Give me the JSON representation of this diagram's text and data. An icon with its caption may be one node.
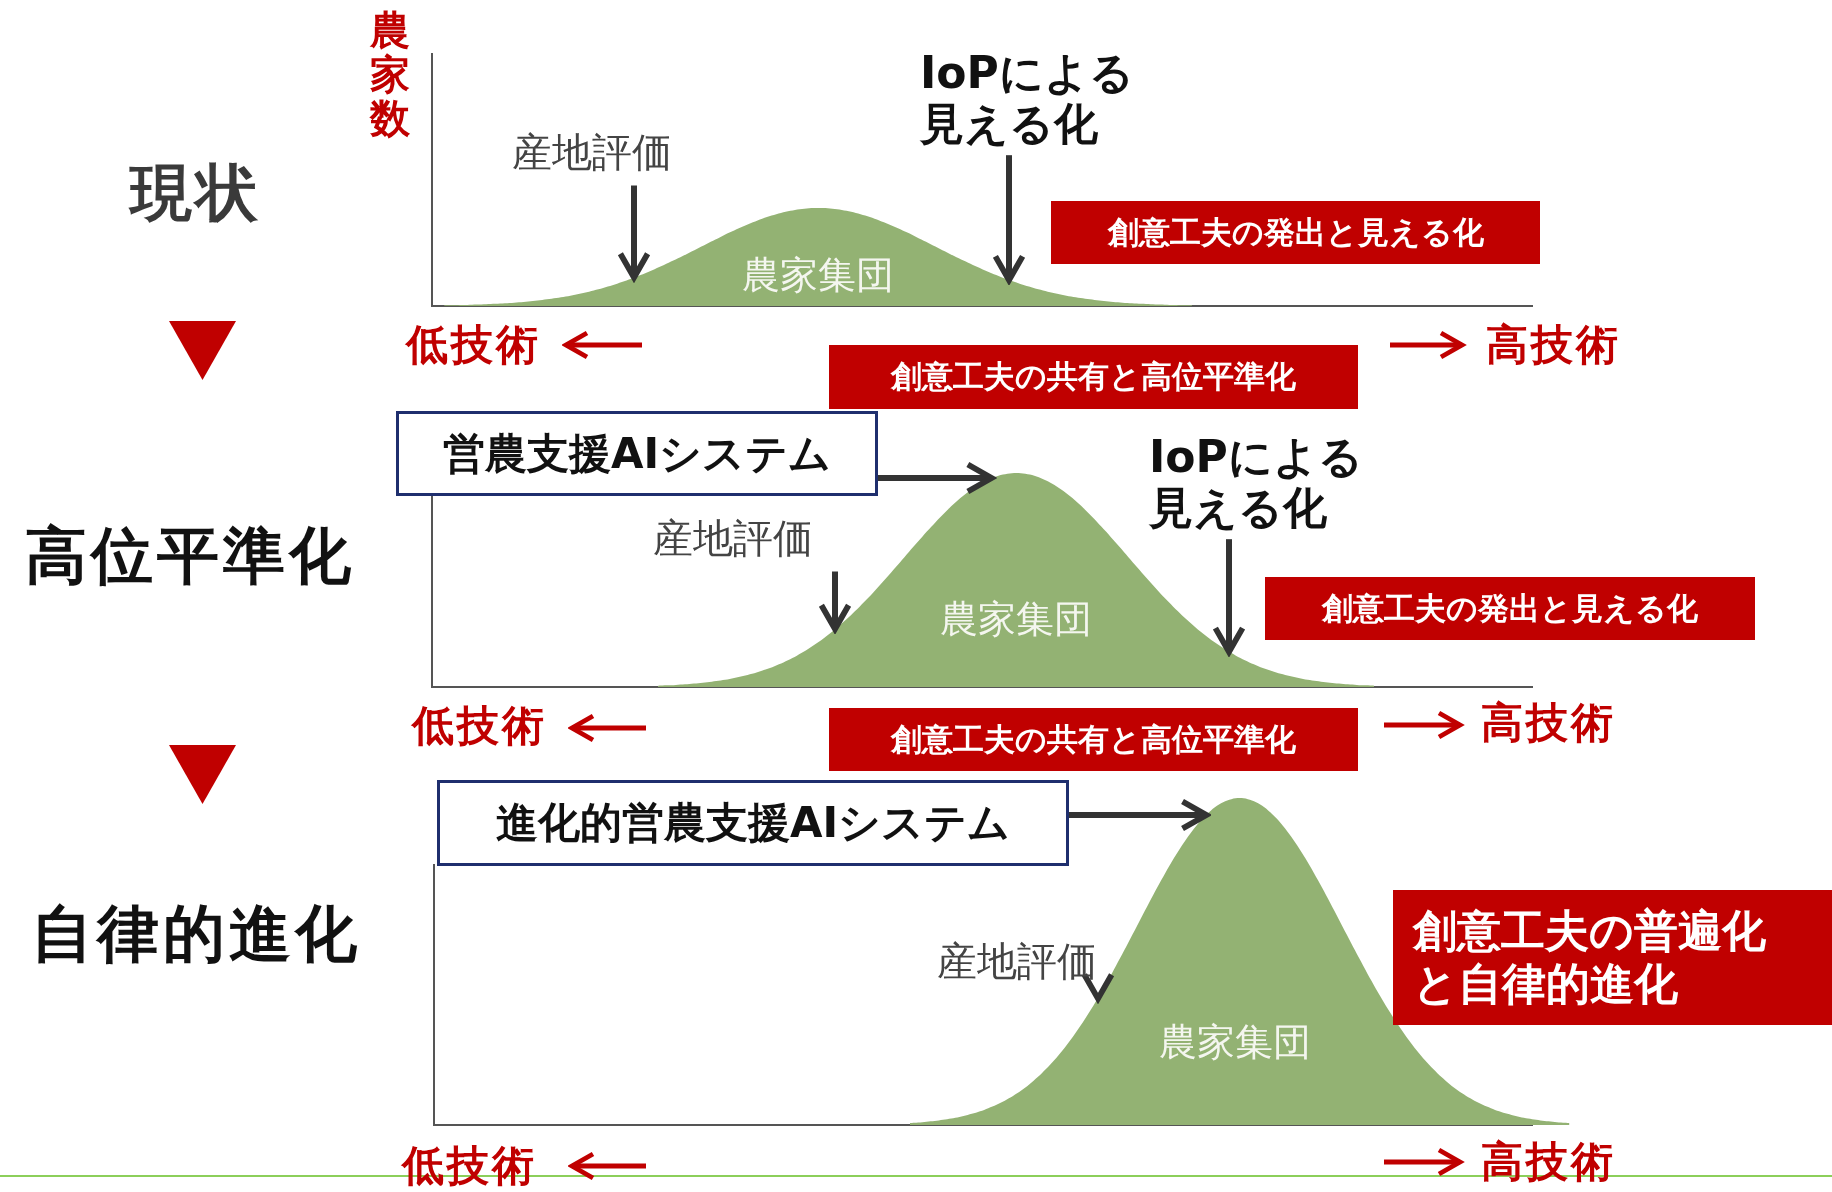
{
  "diagram": {
    "nodes": [
      {
        "text": [
          "産地評価"
        ]
      },
      {
        "text": [
          "IoPによる見える化"
        ]
      },
      {
        "text": [
          "創意工夫の発出と見える化"
        ]
      },
      {
        "text": [
          "農家集団"
        ]
      },
      {
        "text": [
          "創意工夫の共有と高位平準化"
        ]
      },
      {
        "text": [
          "営農支援AIシステム"
        ]
      },
      {
        "text": [
          "産地評価"
        ]
      },
      {
        "text": [
          "IoPによる見える化"
        ]
      },
      {
        "text": [
          "創意工夫の発出と見える化"
        ]
      },
      {
        "text": [
          "農家集団"
        ]
      },
      {
        "text": [
          "創意工夫の共有と高位平準化"
        ]
      },
      {
        "text": [
          "進化的営農支援AIシステム"
        ]
      },
      {
        "text": [
          "創意工夫の普遍化と自律的進化"
        ]
      },
      {
        "text": [
          "産地評価"
        ]
      },
      {
        "text": [
          "農家集団"
        ]
      }
    ],
    "edges": [
      {
        "from": 0,
        "to": 3,
        "arrow": "to"
      },
      {
        "from": 1,
        "to": 3,
        "arrow": "to"
      },
      {
        "from": 5,
        "to": 9,
        "arrow": "to"
      },
      {
        "from": 6,
        "to": 9,
        "arrow": "to"
      },
      {
        "from": 7,
        "to": 9,
        "arrow": "to"
      },
      {
        "from": 11,
        "to": 14,
        "arrow": "to"
      },
      {
        "from": 13,
        "to": 14,
        "arrow": "to"
      }
    ],
    "labels": [
      "農家数",
      "現状",
      "低技術",
      "高技術",
      "高位平準化",
      "低技術",
      "高技術",
      "自律的進化",
      "低技術",
      "高技術"
    ]
  }
}
